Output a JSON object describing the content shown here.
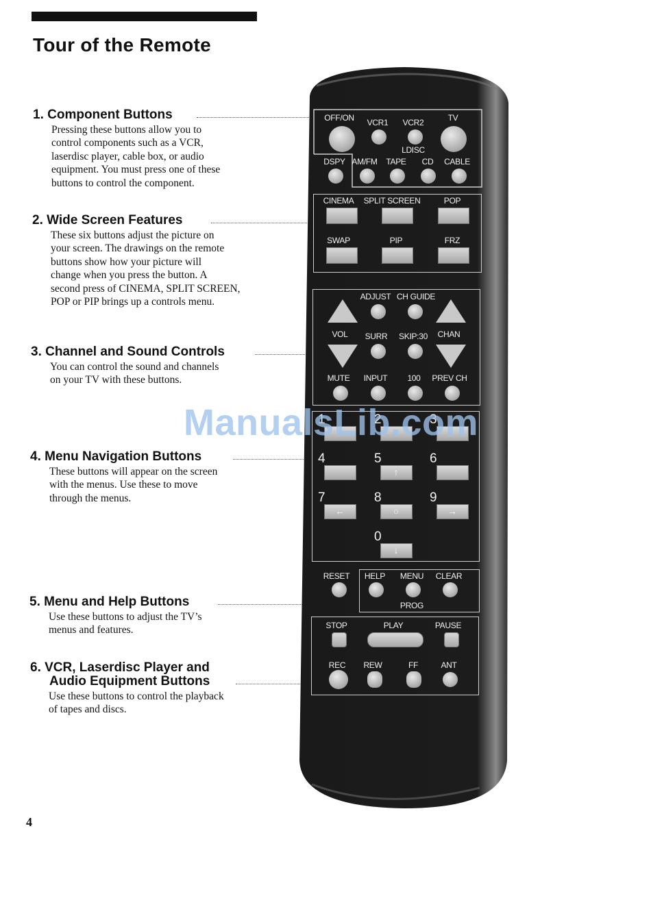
{
  "header": {
    "title": "Tour of the Remote"
  },
  "sections": [
    {
      "heading": "1. Component Buttons",
      "lines": [
        "Pressing these buttons allow you to",
        "control components such as a VCR,",
        "laserdisc player, cable box, or audio",
        "equipment. You must press one of these",
        "buttons to control the component."
      ]
    },
    {
      "heading": "2. Wide Screen Features",
      "lines": [
        "These six buttons adjust the picture on",
        "your screen.  The drawings on the remote",
        "buttons show how your picture will",
        "change when you press the button.  A",
        "second press of CINEMA, SPLIT SCREEN,",
        "POP or PIP brings up a controls menu."
      ]
    },
    {
      "heading": "3. Channel and Sound Controls",
      "lines": [
        "You can control the sound and channels",
        "on your TV with these buttons."
      ]
    },
    {
      "heading": "4. Menu Navigation Buttons",
      "lines": [
        "These buttons will appear on the screen",
        "with the menus. Use these to move",
        "through the menus."
      ]
    },
    {
      "heading": "5. Menu and Help Buttons",
      "lines": [
        "Use these buttons to adjust the TV’s",
        "menus and features."
      ]
    },
    {
      "heading_line1": "6. VCR, Laserdisc Player and",
      "heading_line2": "Audio Equipment Buttons",
      "lines": [
        "Use these buttons to control the playback",
        "of tapes and discs."
      ]
    }
  ],
  "remote": {
    "component": {
      "off_on": "OFF/ON",
      "vcr1": "VCR1",
      "vcr2": "VCR2",
      "tv": "TV",
      "ldisc": "LDISC",
      "dspy": "DSPY",
      "am_fm": "AM/FM",
      "tape": "TAPE",
      "cd": "CD",
      "cable": "CABLE"
    },
    "widescreen": {
      "cinema": "CINEMA",
      "split_screen": "SPLIT SCREEN",
      "pop": "POP",
      "swap": "SWAP",
      "pip": "PIP",
      "frz": "FRZ"
    },
    "channel": {
      "adjust": "ADJUST",
      "ch_guide": "CH GUIDE",
      "vol": "VOL",
      "surr": "SURR",
      "skip": "SKIP:30",
      "chan": "CHAN",
      "mute": "MUTE",
      "input": "INPUT",
      "hundred": "100",
      "prev_ch": "PREV CH"
    },
    "numbers": [
      "1",
      "2",
      "3",
      "4",
      "5",
      "6",
      "7",
      "8",
      "9",
      "0"
    ],
    "menu": {
      "reset": "RESET",
      "help": "HELP",
      "menu": "MENU",
      "clear": "CLEAR",
      "prog": "PROG"
    },
    "transport": {
      "stop": "STOP",
      "play": "PLAY",
      "pause": "PAUSE",
      "rec": "REC",
      "rew": "REW",
      "ff": "FF",
      "ant": "ANT"
    }
  },
  "watermark": "ManualsLib.com",
  "page_number": "4"
}
